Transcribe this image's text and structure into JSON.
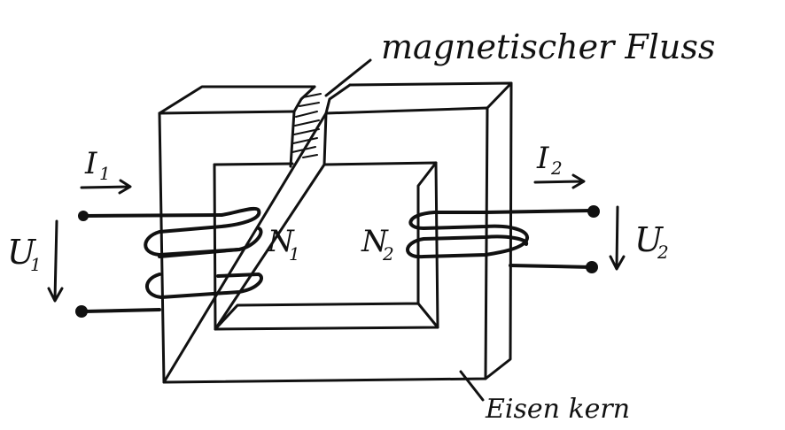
{
  "labels": {
    "flux": "magnetischer Fluss",
    "core": "Eisen kern",
    "current1_symbol": "I",
    "current1_sub": "1",
    "current2_symbol": "I",
    "current2_sub": "2",
    "voltage1_symbol": "U",
    "voltage1_sub": "1",
    "voltage2_symbol": "U",
    "voltage2_sub": "2",
    "turns1_symbol": "N",
    "turns1_sub": "1",
    "turns2_symbol": "N",
    "turns2_sub": "2"
  },
  "colors": {
    "ink": "#111111",
    "paper": "#ffffff"
  }
}
